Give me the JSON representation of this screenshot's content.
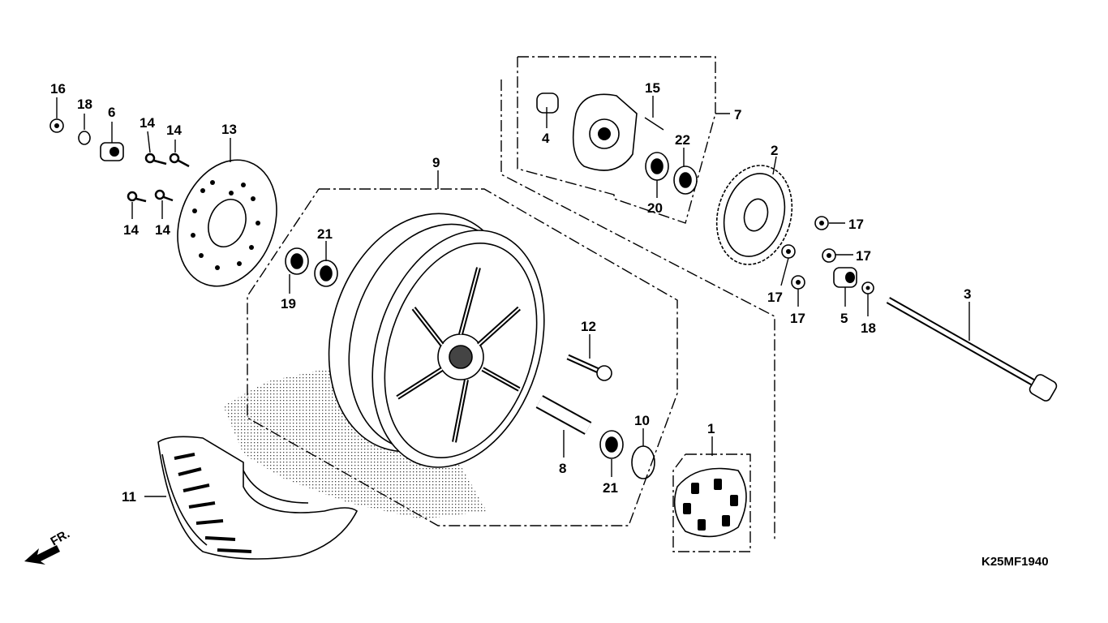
{
  "diagram_code": "K25MF1940",
  "direction_label": "FR.",
  "callouts": [
    "16",
    "18",
    "6",
    "14",
    "14",
    "13",
    "14",
    "14",
    "9",
    "21",
    "19",
    "4",
    "15",
    "7",
    "22",
    "20",
    "2",
    "17",
    "17",
    "17",
    "17",
    "5",
    "18",
    "3",
    "12",
    "10",
    "8",
    "21",
    "1",
    "11"
  ],
  "colors": {
    "line": "#000000",
    "background": "#ffffff",
    "shade": "#9a9a9a"
  }
}
